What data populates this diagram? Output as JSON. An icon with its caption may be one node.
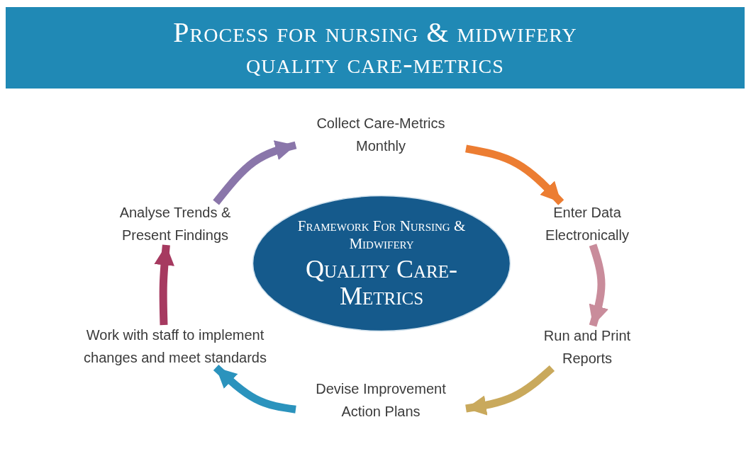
{
  "diagram": {
    "title": "Process for nursing & midwifery quality care-metrics",
    "nodes": [
      {
        "text": [
          "Framework For Nursing & Midwifery",
          "Quality Care-Metrics"
        ]
      },
      {
        "text": [
          "Collect Care-Metrics Monthly"
        ]
      },
      {
        "text": [
          "Enter Data Electronically"
        ]
      },
      {
        "text": [
          "Run and Print Reports"
        ]
      },
      {
        "text": [
          "Devise Improvement Action Plans"
        ]
      },
      {
        "text": [
          "Work with staff to implement changes and meet standards"
        ]
      },
      {
        "text": [
          "Analyse Trends & Present Findings"
        ]
      }
    ],
    "edges": [
      {
        "from": 1,
        "to": 2,
        "arrow": "to",
        "color": "#ec7d32"
      },
      {
        "from": 2,
        "to": 3,
        "arrow": "to",
        "color": "#c98c9b"
      },
      {
        "from": 3,
        "to": 4,
        "arrow": "to",
        "color": "#c9a95c"
      },
      {
        "from": 4,
        "to": 5,
        "arrow": "to",
        "color": "#2b93bd"
      },
      {
        "from": 5,
        "to": 6,
        "arrow": "to",
        "color": "#a63a60"
      },
      {
        "from": 6,
        "to": 1,
        "arrow": "to",
        "color": "#8a76aa"
      }
    ]
  }
}
